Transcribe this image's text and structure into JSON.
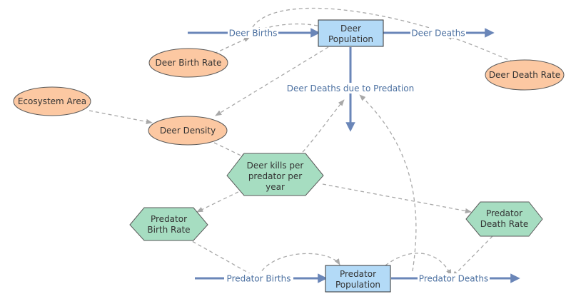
{
  "colors": {
    "stock_fill": "#b3daf7",
    "variable_fill": "#fcc8a2",
    "converter_fill": "#a6ddc1",
    "flow_color": "#6a86b8",
    "link_color": "#a8a8a8",
    "flow_text": "#4a6fa0"
  },
  "stocks": {
    "deer_population": [
      "Deer",
      "Population"
    ],
    "predator_population": [
      "Predator",
      "Population"
    ]
  },
  "flows": {
    "deer_births": "Deer Births",
    "deer_deaths": "Deer Deaths",
    "deer_deaths_predation": "Deer Deaths due to Predation",
    "predator_births": "Predator Births",
    "predator_deaths": "Predator Deaths"
  },
  "variables": {
    "deer_birth_rate": "Deer Birth Rate",
    "deer_death_rate": "Deer Death Rate",
    "ecosystem_area": "Ecosystem Area",
    "deer_density": "Deer Density"
  },
  "converters": {
    "deer_kills": [
      "Deer kills per",
      "predator per",
      "year"
    ],
    "predator_birth_rate": [
      "Predator",
      "Birth Rate"
    ],
    "predator_death_rate": [
      "Predator",
      "Death Rate"
    ]
  }
}
